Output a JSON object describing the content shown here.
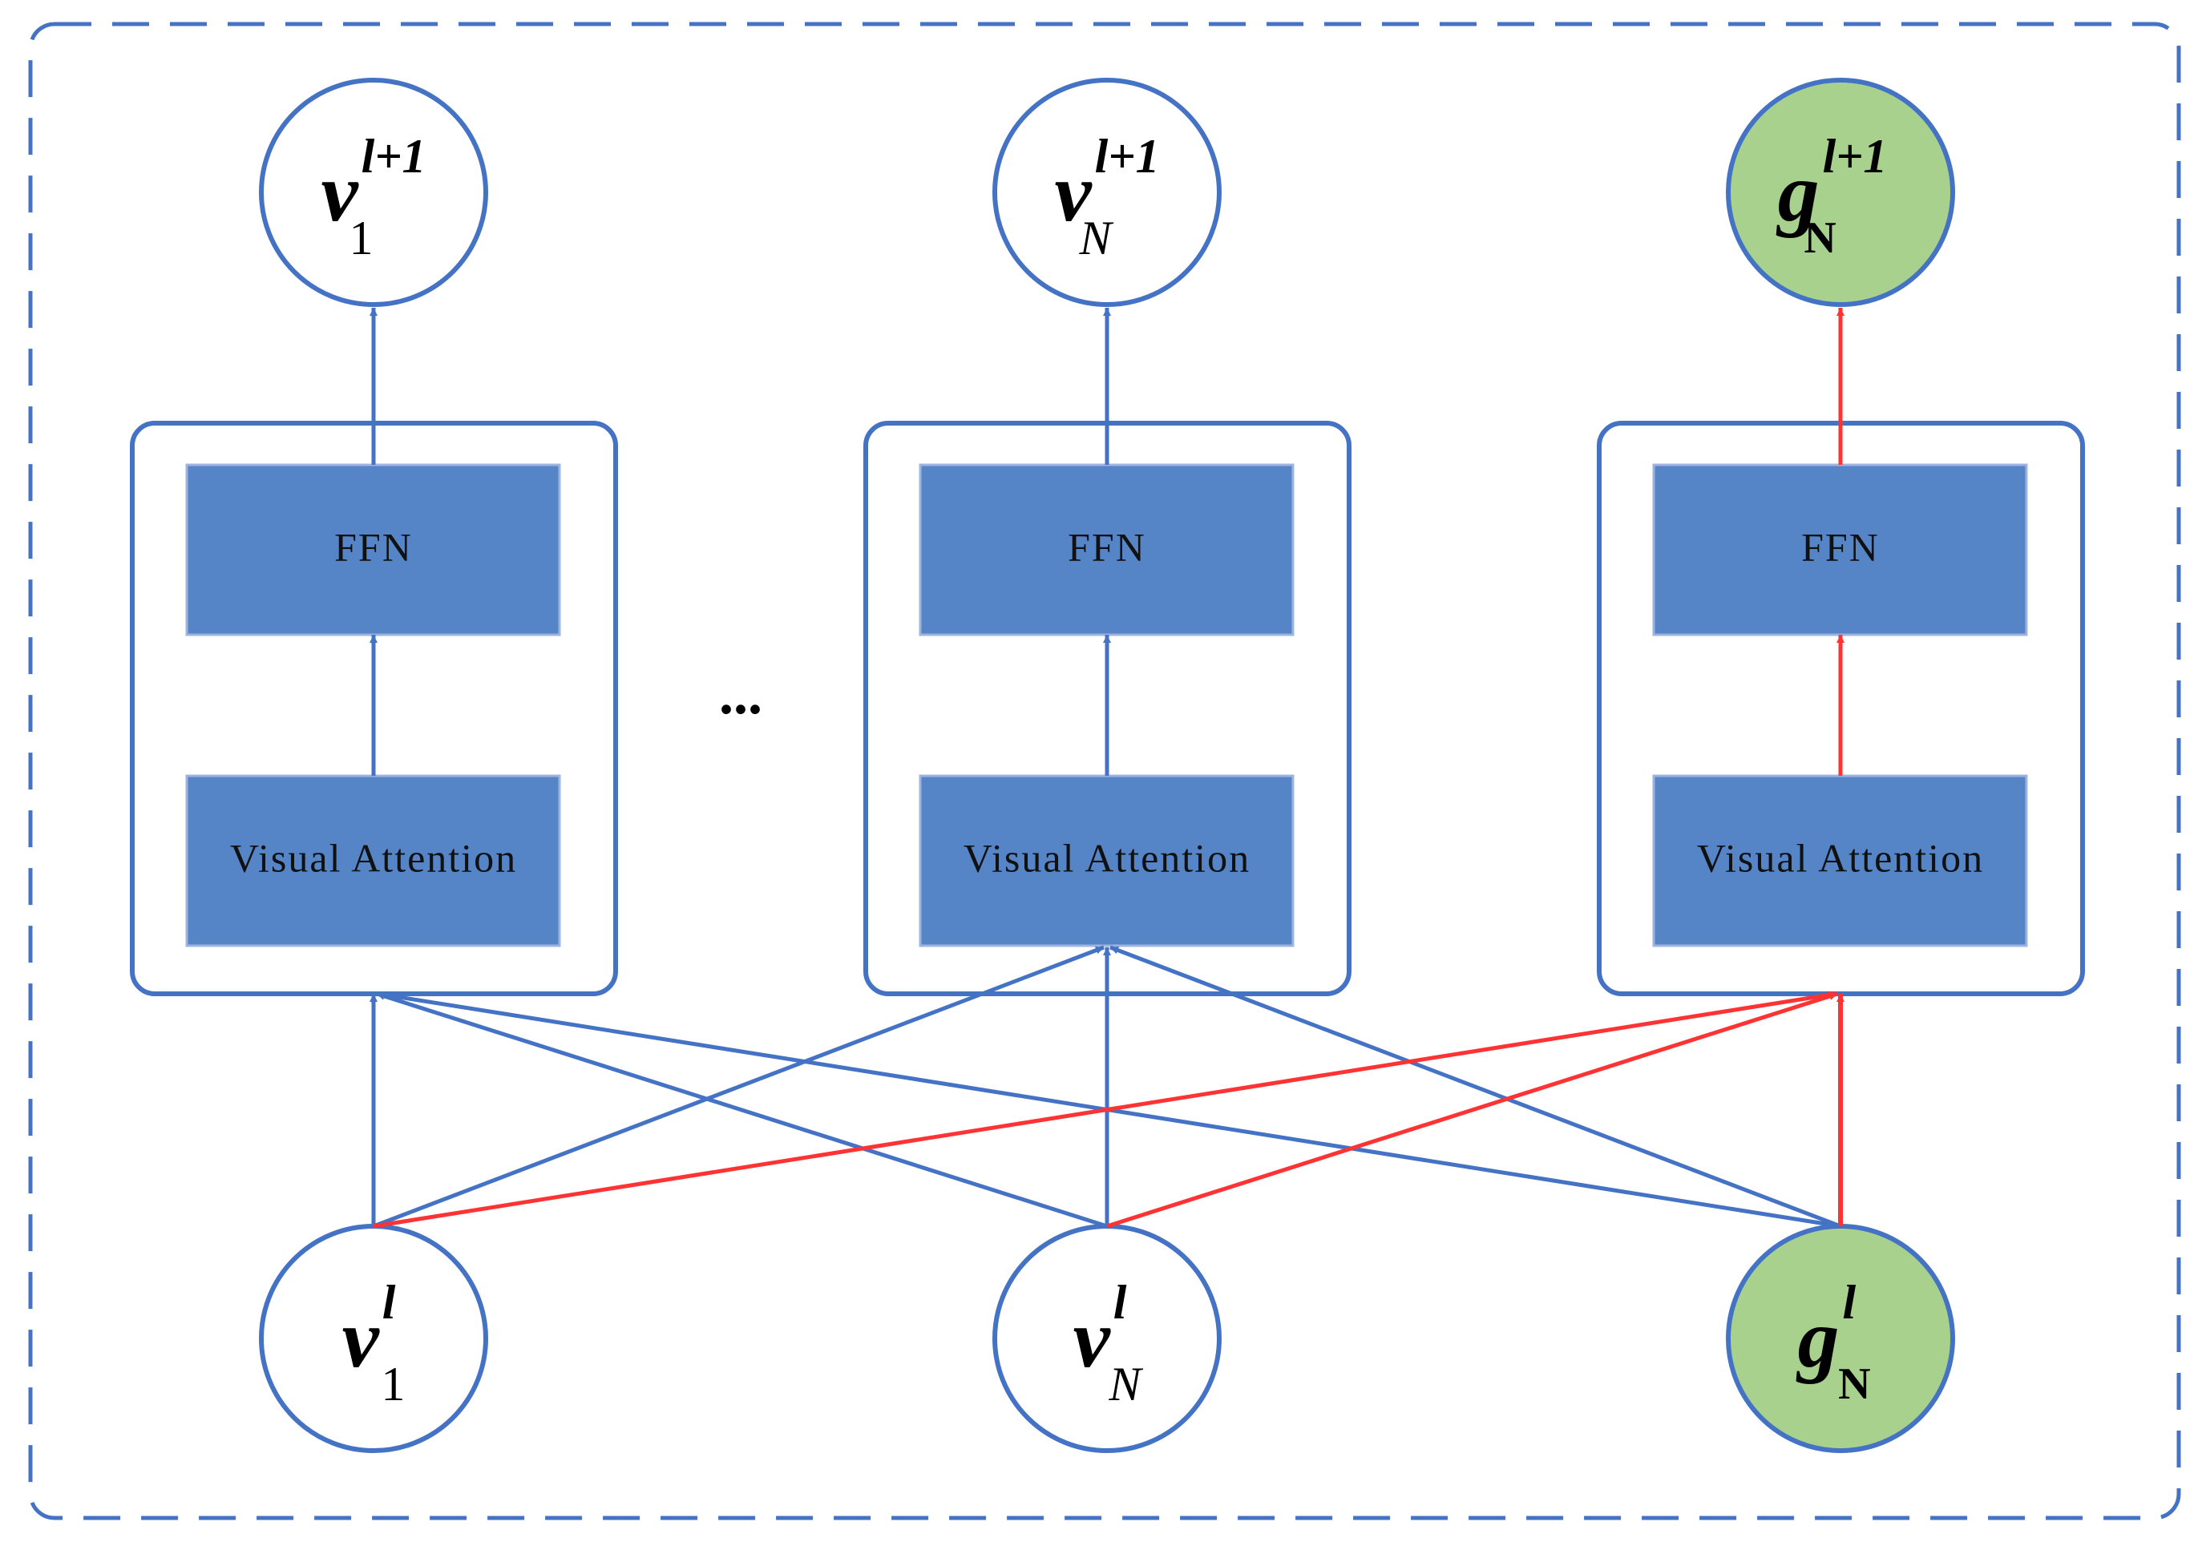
{
  "colors": {
    "blue": "#4472C4",
    "block_fill": "#5585C6",
    "red": "#FF3333",
    "green_fill": "#A9D18E"
  },
  "columns": [
    {
      "block": {
        "top_label": "FFN",
        "bottom_label": "Visual Attention"
      },
      "output_node": {
        "main": "v",
        "sup": "l+1",
        "sub": "1",
        "fill": "white"
      },
      "input_node": {
        "main": "v",
        "sup": "l",
        "sub": "1",
        "fill": "white"
      }
    },
    {
      "block": {
        "top_label": "FFN",
        "bottom_label": "Visual Attention"
      },
      "output_node": {
        "main": "v",
        "sup": "l+1",
        "sub": "N",
        "fill": "white"
      },
      "input_node": {
        "main": "v",
        "sup": "l",
        "sub": "N",
        "fill": "white"
      }
    },
    {
      "block": {
        "top_label": "FFN",
        "bottom_label": "Visual Attention"
      },
      "output_node": {
        "main": "g",
        "sup": "l+1",
        "sub": "N",
        "fill": "green"
      },
      "input_node": {
        "main": "g",
        "sup": "l",
        "sub": "N",
        "fill": "green"
      }
    }
  ],
  "ellipsis": "..."
}
